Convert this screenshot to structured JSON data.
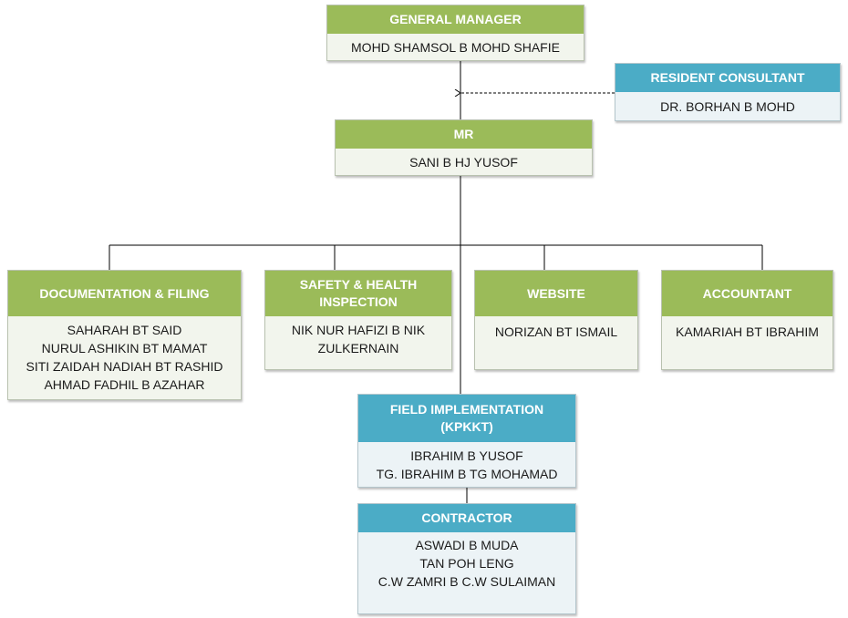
{
  "nodes": {
    "general_manager": {
      "title": "GENERAL MANAGER",
      "names": [
        "MOHD SHAMSOL B MOHD SHAFIE"
      ]
    },
    "resident_consultant": {
      "title": "RESIDENT CONSULTANT",
      "names": [
        "DR. BORHAN B MOHD"
      ]
    },
    "mr": {
      "title": "MR",
      "names": [
        "SANI B HJ YUSOF"
      ]
    },
    "documentation": {
      "title": "DOCUMENTATION & FILING",
      "names": [
        "SAHARAH BT SAID",
        "NURUL ASHIKIN BT MAMAT",
        "SITI ZAIDAH NADIAH BT RASHID",
        "AHMAD FADHIL B AZAHAR"
      ]
    },
    "safety": {
      "title_lines": [
        "SAFETY & HEALTH",
        "INSPECTION"
      ],
      "names": [
        "NIK NUR HAFIZI B NIK",
        "ZULKERNAIN"
      ]
    },
    "website": {
      "title": "WEBSITE",
      "names": [
        "NORIZAN BT ISMAIL"
      ]
    },
    "accountant": {
      "title": "ACCOUNTANT",
      "names": [
        "KAMARIAH BT IBRAHIM"
      ]
    },
    "field": {
      "title_lines": [
        "FIELD IMPLEMENTATION",
        "(KPKKT)"
      ],
      "names": [
        "IBRAHIM B YUSOF",
        "TG. IBRAHIM B TG MOHAMAD"
      ]
    },
    "contractor": {
      "title": "CONTRACTOR",
      "names": [
        "ASWADI B MUDA",
        "TAN POH LENG",
        "C.W ZAMRI B C.W SULAIMAN"
      ]
    }
  },
  "colors": {
    "green_header": "#9bbb59",
    "blue_header": "#4bacc6",
    "line": "#000000"
  }
}
